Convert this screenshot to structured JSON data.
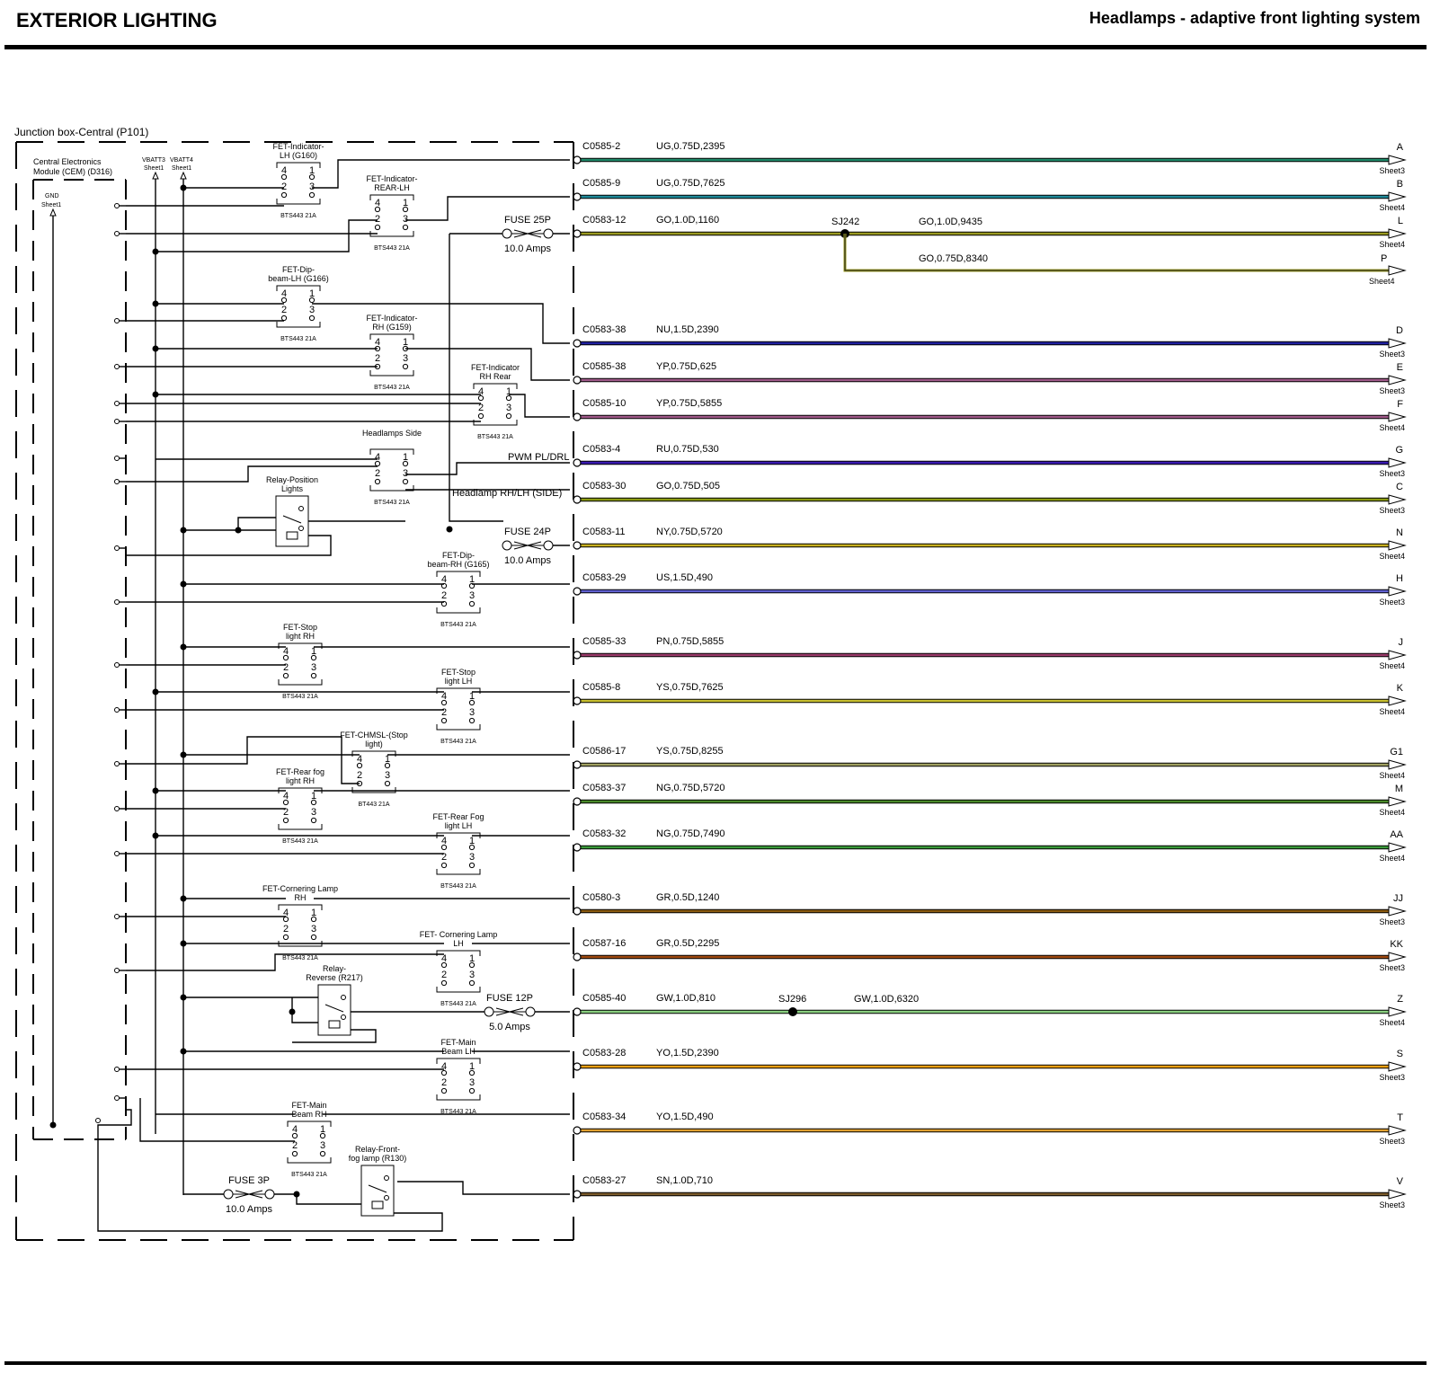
{
  "header": {
    "left_title": "EXTERIOR LIGHTING",
    "right_title": "Headlamps - adaptive front lighting system"
  },
  "box": {
    "label": "Junction box-Central (P101)",
    "cem_label_1": "Central Electronics",
    "cem_label_2": "Module (CEM) (D316)",
    "gnd_1": "GND",
    "gnd_2": "Sheet1",
    "vbatt3_1": "VBATT3",
    "vbatt3_2": "Sheet1",
    "vbatt4_1": "VBATT4",
    "vbatt4_2": "Sheet1"
  },
  "switches": [
    {
      "l1": "FET-Indicator-",
      "l2": "LH (G160)",
      "part": "BTS443 21A"
    },
    {
      "l1": "FET-Indicator-",
      "l2": "REAR-LH",
      "part": "BTS443 21A"
    },
    {
      "l1": "FET-Dip-",
      "l2": "beam-LH (G166)",
      "part": "BTS443 21A"
    },
    {
      "l1": "FET-Indicator-",
      "l2": "RH (G159)",
      "part": "BTS443 21A"
    },
    {
      "l1": "FET-Indicator",
      "l2": "RH Rear",
      "part": "BTS443 21A"
    },
    {
      "l1": "Headlamps Side",
      "l2": "",
      "part": "BTS443 21A"
    },
    {
      "l1": "FET-Dip-",
      "l2": "beam-RH (G165)",
      "part": "BTS443 21A"
    },
    {
      "l1": "FET-Stop",
      "l2": "light RH",
      "part": "BTS443 21A"
    },
    {
      "l1": "FET-Stop",
      "l2": "light LH",
      "part": "BTS443 21A"
    },
    {
      "l1": "FET-CHMSL-(Stop",
      "l2": "light)",
      "part": "BT443 21A"
    },
    {
      "l1": "FET-Rear fog",
      "l2": "light RH",
      "part": "BTS443 21A"
    },
    {
      "l1": "FET-Rear Fog",
      "l2": "light LH",
      "part": "BTS443 21A"
    },
    {
      "l1": "FET-Cornering Lamp",
      "l2": "RH",
      "part": "BTS443 21A"
    },
    {
      "l1": "FET- Cornering Lamp",
      "l2": "LH",
      "part": "BTS443 21A"
    },
    {
      "l1": "FET-Main",
      "l2": "Beam LH",
      "part": "BTS443 21A"
    },
    {
      "l1": "FET-Main",
      "l2": "Beam RH",
      "part": "BTS443 21A"
    }
  ],
  "pins": {
    "p4": "4",
    "p2": "2",
    "p1": "1",
    "p3": "3"
  },
  "relays": [
    {
      "l1": "Relay-Position",
      "l2": "Lights"
    },
    {
      "l1": "Relay-",
      "l2": "Reverse (R217)"
    },
    {
      "l1": "Relay-Front-",
      "l2": "fog lamp (R130)"
    }
  ],
  "fuses": [
    {
      "name": "FUSE 25P",
      "rating": "10.0 Amps"
    },
    {
      "name": "FUSE 24P",
      "rating": "10.0 Amps"
    },
    {
      "name": "FUSE 12P",
      "rating": "5.0 Amps"
    },
    {
      "name": "FUSE 3P",
      "rating": "10.0 Amps"
    }
  ],
  "inline_labels": {
    "pwm": "PWM PL/DRL",
    "headlamp_side": "Headlamp RH/LH (SIDE)"
  },
  "splices": [
    {
      "name": "SJ242",
      "wire": "GO,1.0D,9435"
    },
    {
      "name": "SJ296",
      "wire": "GW,1.0D,6320"
    }
  ],
  "branch": {
    "wire": "GO,0.75D,8340",
    "letter": "P",
    "sheet": "Sheet4"
  },
  "wires": [
    {
      "conn": "C0585-2",
      "spec": "UG,0.75D,2395",
      "letter": "A",
      "sheet": "Sheet3",
      "color": "#1f8a6a"
    },
    {
      "conn": "C0585-9",
      "spec": "UG,0.75D,7625",
      "letter": "B",
      "sheet": "Sheet4",
      "color": "#1f8a9a"
    },
    {
      "conn": "C0583-12",
      "spec": "GO,1.0D,1160",
      "letter": "L",
      "sheet": "Sheet4",
      "color": "#9a9a20"
    },
    {
      "conn": "C0583-38",
      "spec": "NU,1.5D,2390",
      "letter": "D",
      "sheet": "Sheet3",
      "color": "#2020a0"
    },
    {
      "conn": "C0585-38",
      "spec": "YP,0.75D,625",
      "letter": "E",
      "sheet": "Sheet3",
      "color": "#a05a8a"
    },
    {
      "conn": "C0585-10",
      "spec": "YP,0.75D,5855",
      "letter": "F",
      "sheet": "Sheet4",
      "color": "#a05a8a"
    },
    {
      "conn": "C0583-4",
      "spec": "RU,0.75D,530",
      "letter": "G",
      "sheet": "Sheet3",
      "color": "#3a1ab0"
    },
    {
      "conn": "C0583-30",
      "spec": "GO,0.75D,505",
      "letter": "C",
      "sheet": "Sheet3",
      "color": "#8a9a10"
    },
    {
      "conn": "C0583-11",
      "spec": "NY,0.75D,5720",
      "letter": "N",
      "sheet": "Sheet4",
      "color": "#c8b020"
    },
    {
      "conn": "C0583-29",
      "spec": "US,1.5D,490",
      "letter": "H",
      "sheet": "Sheet3",
      "color": "#6060d0"
    },
    {
      "conn": "C0585-33",
      "spec": "PN,0.75D,5855",
      "letter": "J",
      "sheet": "Sheet4",
      "color": "#9a3a6a"
    },
    {
      "conn": "C0585-8",
      "spec": "YS,0.75D,7625",
      "letter": "K",
      "sheet": "Sheet4",
      "color": "#c8c030"
    },
    {
      "conn": "C0586-17",
      "spec": "YS,0.75D,8255",
      "letter": "G1",
      "sheet": "Sheet4",
      "color": "#a0a060"
    },
    {
      "conn": "C0583-37",
      "spec": "NG,0.75D,5720",
      "letter": "M",
      "sheet": "Sheet4",
      "color": "#4a8a2a"
    },
    {
      "conn": "C0583-32",
      "spec": "NG,0.75D,7490",
      "letter": "AA",
      "sheet": "Sheet4",
      "color": "#3a9a3a"
    },
    {
      "conn": "C0580-3",
      "spec": "GR,0.5D,1240",
      "letter": "JJ",
      "sheet": "Sheet3",
      "color": "#8a5a10"
    },
    {
      "conn": "C0587-16",
      "spec": "GR,0.5D,2295",
      "letter": "KK",
      "sheet": "Sheet3",
      "color": "#a04a10"
    },
    {
      "conn": "C0585-40",
      "spec": "GW,1.0D,810",
      "letter": "Z",
      "sheet": "Sheet4",
      "color": "#8ad080"
    },
    {
      "conn": "C0583-28",
      "spec": "YO,1.5D,2390",
      "letter": "S",
      "sheet": "Sheet3",
      "color": "#f0a010"
    },
    {
      "conn": "C0583-34",
      "spec": "YO,1.5D,490",
      "letter": "T",
      "sheet": "Sheet3",
      "color": "#e0a030"
    },
    {
      "conn": "C0583-27",
      "spec": "SN,1.0D,710",
      "letter": "V",
      "sheet": "Sheet3",
      "color": "#7a5a2a"
    }
  ]
}
